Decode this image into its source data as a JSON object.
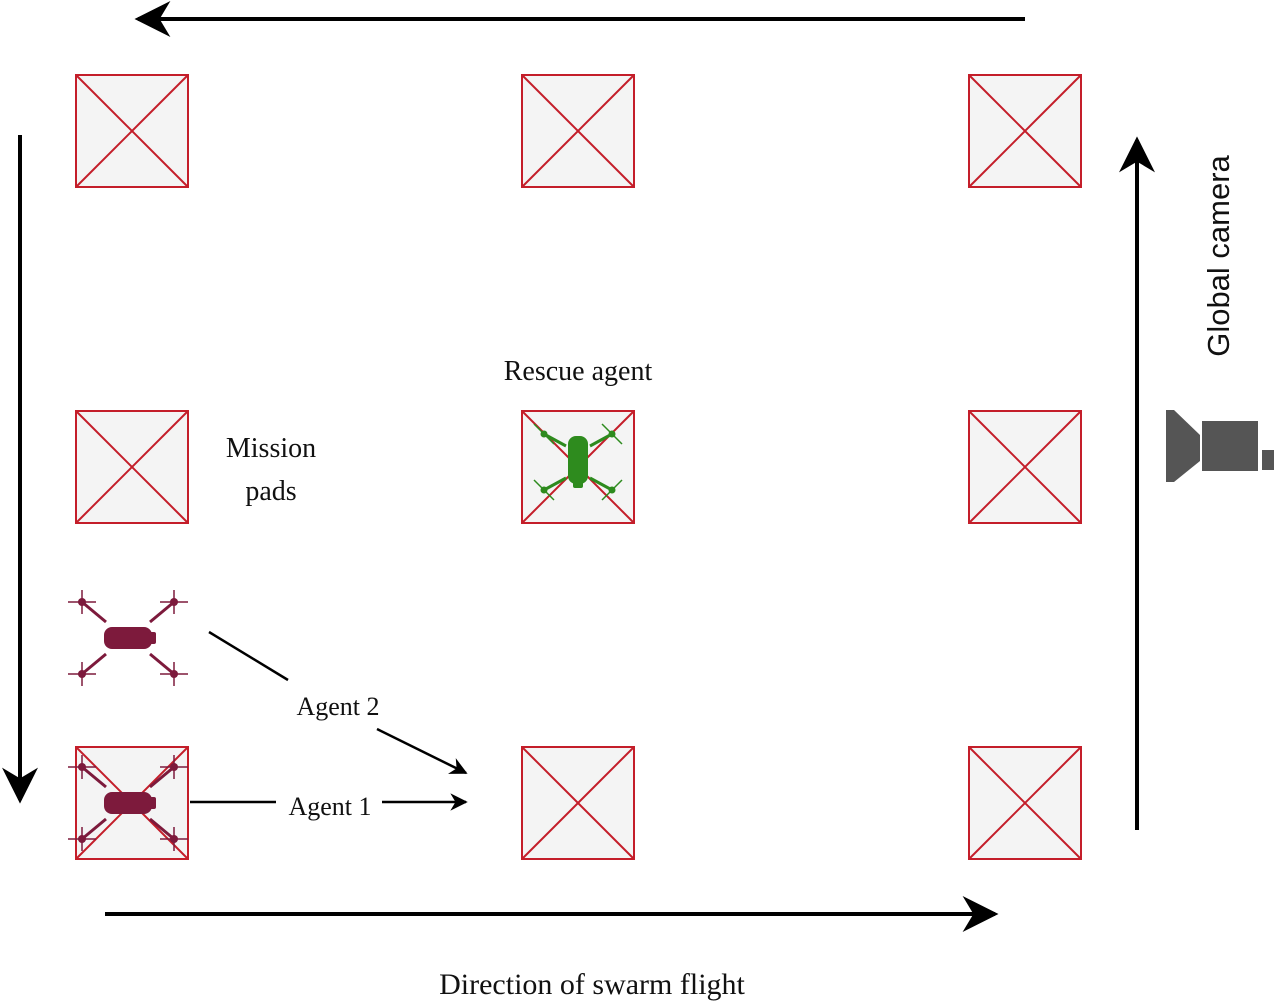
{
  "labels": {
    "rescue_agent": "Rescue agent",
    "mission_pads_line1": "Mission",
    "mission_pads_line2": "pads",
    "agent_2": "Agent 2",
    "agent_1": "Agent 1",
    "direction": "Direction of swarm flight",
    "global_camera": "Global camera"
  },
  "colors": {
    "pad_fill": "#f4f4f4",
    "pad_stroke": "#c41e2a",
    "arrow": "#000000",
    "agent_drone": "#7d1a3c",
    "rescue_drone": "#2e8b1e",
    "camera": "#555555"
  },
  "icons": {
    "drone": "quadcopter-icon",
    "camera": "camera-icon"
  }
}
